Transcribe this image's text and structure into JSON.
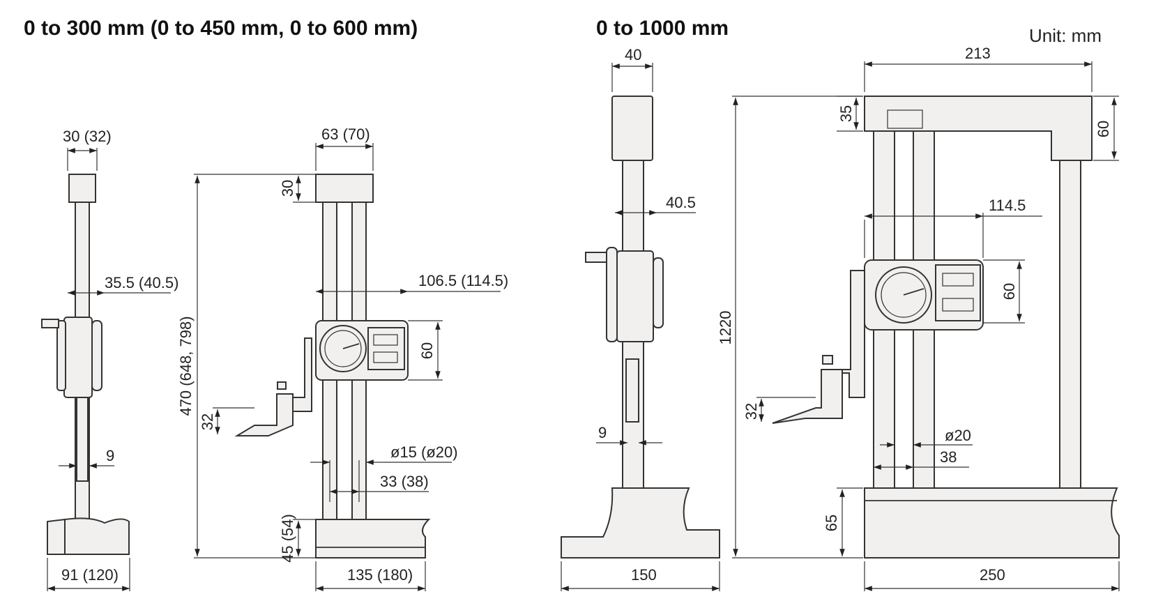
{
  "titles": {
    "left": "0 to 300 mm (0 to 450 mm, 0 to 600 mm)",
    "right": "0 to 1000 mm",
    "unit": "Unit: mm"
  },
  "dims": {
    "d30_32": "30 (32)",
    "d35_5": "35.5 (40.5)",
    "d9a": "9",
    "d91": "91 (120)",
    "d63": "63 (70)",
    "d30": "30",
    "d106": "106.5 (114.5)",
    "d60a": "60",
    "d470": "470 (648, 798)",
    "d32a": "32",
    "d15": "ø15 (ø20)",
    "d33": "33 (38)",
    "d45": "45 (54)",
    "d135": "135 (180)",
    "d40": "40",
    "d40_5": "40.5",
    "d9b": "9",
    "d150": "150",
    "d213": "213",
    "d35": "35",
    "d60b": "60",
    "d114": "114.5",
    "d60c": "60",
    "d1220": "1220",
    "d32b": "32",
    "d20": "ø20",
    "d38": "38",
    "d65": "65",
    "d250": "250"
  }
}
